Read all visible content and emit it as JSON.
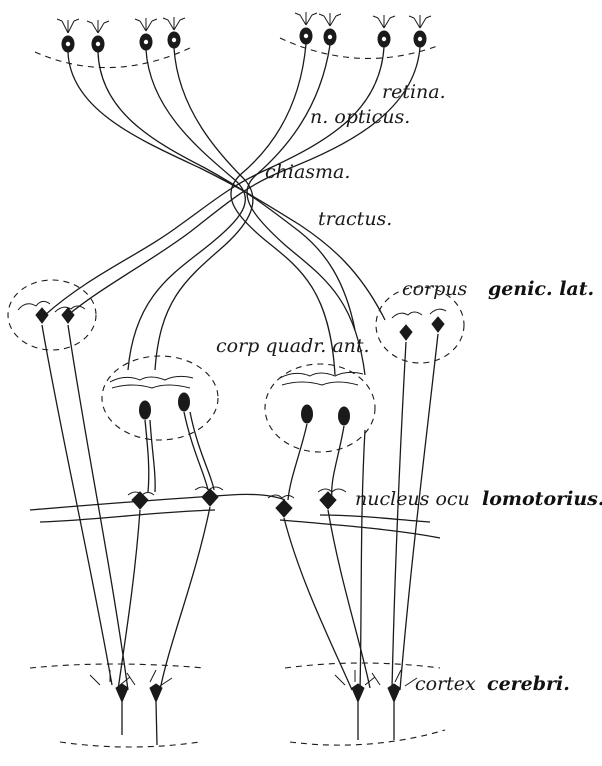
{
  "labels": {
    "retina": "retina.",
    "n_opticus": "n. opticus.",
    "chiasma": "chiasma.",
    "tractus": "tractus.",
    "corpus": "corpus",
    "genic_lat": "genic. lat.",
    "corp_quadr": "corp quadr. ant.",
    "nucleus": "nucleus ocu",
    "lomotorius": "lomotorius.",
    "cortex": "cortex",
    "cerebri": "cerebri."
  },
  "colors": {
    "ink": "#1a1a1a",
    "paper": "#ffffff"
  }
}
